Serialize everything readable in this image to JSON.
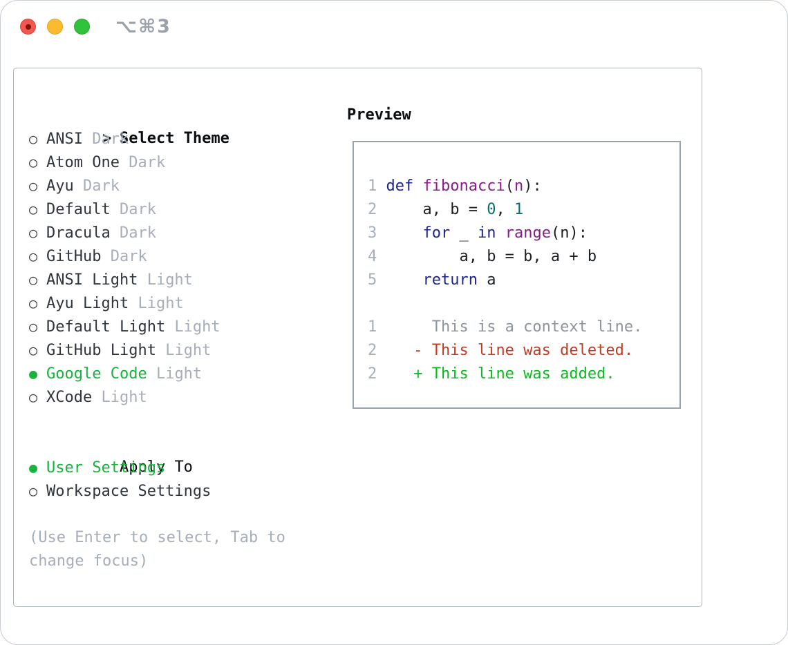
{
  "titlebar": {
    "shortcut": "⌥⌘3"
  },
  "markers": {
    "header": ">",
    "selected": "●",
    "unselected": "○"
  },
  "theme_panel": {
    "header": "Select Theme",
    "themes": [
      {
        "name": "ANSI",
        "variant": "Dark",
        "selected": false
      },
      {
        "name": "Atom One",
        "variant": "Dark",
        "selected": false
      },
      {
        "name": "Ayu",
        "variant": "Dark",
        "selected": false
      },
      {
        "name": "Default",
        "variant": "Dark",
        "selected": false
      },
      {
        "name": "Dracula",
        "variant": "Dark",
        "selected": false
      },
      {
        "name": "GitHub",
        "variant": "Dark",
        "selected": false
      },
      {
        "name": "ANSI Light",
        "variant": "Light",
        "selected": false
      },
      {
        "name": "Ayu Light",
        "variant": "Light",
        "selected": false
      },
      {
        "name": "Default Light",
        "variant": "Light",
        "selected": false
      },
      {
        "name": "GitHub Light",
        "variant": "Light",
        "selected": false
      },
      {
        "name": "Google Code",
        "variant": "Light",
        "selected": true
      },
      {
        "name": "XCode",
        "variant": "Light",
        "selected": false
      }
    ],
    "apply_to": {
      "header": "Apply To",
      "options": [
        {
          "name": "User Settings",
          "selected": true
        },
        {
          "name": "Workspace Settings",
          "selected": false
        }
      ]
    },
    "help": [
      "(Use Enter to select, Tab to",
      "change focus)"
    ]
  },
  "preview": {
    "header": "Preview",
    "code_lines": [
      {
        "num": "1",
        "tokens": [
          {
            "text": "def ",
            "type": "keyword"
          },
          {
            "text": "fibonacci",
            "type": "function"
          },
          {
            "text": "(",
            "type": "plain"
          },
          {
            "text": "n",
            "type": "function"
          },
          {
            "text": "):",
            "type": "plain"
          }
        ]
      },
      {
        "num": "2",
        "tokens": [
          {
            "text": "    a, b = ",
            "type": "plain"
          },
          {
            "text": "0",
            "type": "number"
          },
          {
            "text": ", ",
            "type": "plain"
          },
          {
            "text": "1",
            "type": "number"
          }
        ]
      },
      {
        "num": "3",
        "tokens": [
          {
            "text": "    ",
            "type": "plain"
          },
          {
            "text": "for",
            "type": "keyword"
          },
          {
            "text": " _ ",
            "type": "plain"
          },
          {
            "text": "in",
            "type": "keyword"
          },
          {
            "text": " ",
            "type": "plain"
          },
          {
            "text": "range",
            "type": "function"
          },
          {
            "text": "(n):",
            "type": "plain"
          }
        ]
      },
      {
        "num": "4",
        "tokens": [
          {
            "text": "        a, b = b, a + b",
            "type": "plain"
          }
        ]
      },
      {
        "num": "5",
        "tokens": [
          {
            "text": "    ",
            "type": "plain"
          },
          {
            "text": "return",
            "type": "keyword"
          },
          {
            "text": " a",
            "type": "plain"
          }
        ]
      }
    ],
    "diff_lines": [
      {
        "num": "1",
        "marker": " ",
        "text": "This is a context line.",
        "type": "context"
      },
      {
        "num": "2",
        "marker": "-",
        "text": "This line was deleted.",
        "type": "deleted"
      },
      {
        "num": "2",
        "marker": "+",
        "text": "This line was added.",
        "type": "added"
      }
    ]
  },
  "colors": {
    "accent_green": "#17b33c",
    "diff_added": "#0abb1e",
    "diff_deleted": "#c43a22",
    "keyword_blue": "#1c2590",
    "function_purple": "#8a1b8a",
    "number_teal": "#0e6e6e",
    "muted_gray": "#a6aeb9",
    "panel_border": "#a9b1ba"
  }
}
